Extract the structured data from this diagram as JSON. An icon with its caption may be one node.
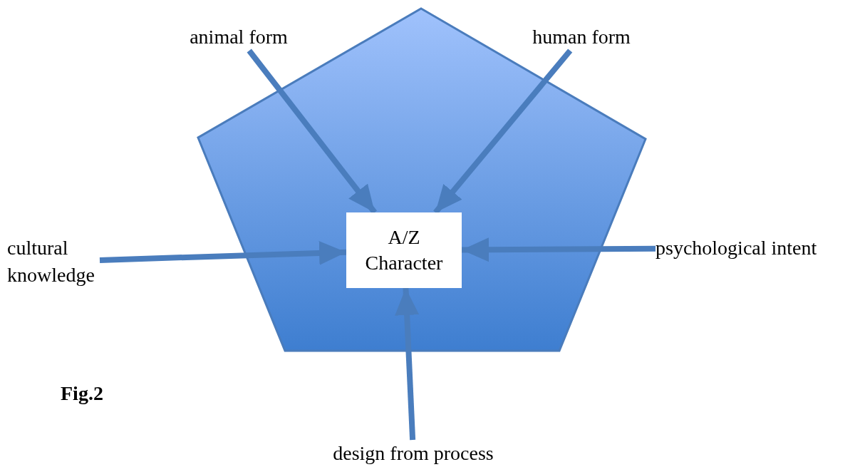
{
  "diagram": {
    "nodes": [
      {
        "text": [],
        "shape": "pentagon"
      },
      {
        "text": [
          "A/Z Character"
        ],
        "in": 0
      },
      {
        "text": [
          "animal form"
        ]
      },
      {
        "text": [
          "human form"
        ]
      },
      {
        "text": [
          "cultural knowledge"
        ]
      },
      {
        "text": [
          "psychological intent"
        ]
      },
      {
        "text": [
          "design from process"
        ]
      }
    ],
    "edges": [
      {
        "from": 2,
        "to": 1,
        "arrow": "to"
      },
      {
        "from": 3,
        "to": 1,
        "arrow": "to"
      },
      {
        "from": 4,
        "to": 1,
        "arrow": "to"
      },
      {
        "from": 5,
        "to": 1,
        "arrow": "to"
      },
      {
        "from": 6,
        "to": 1,
        "arrow": "to"
      }
    ],
    "labels": [
      "Fig.2"
    ]
  }
}
